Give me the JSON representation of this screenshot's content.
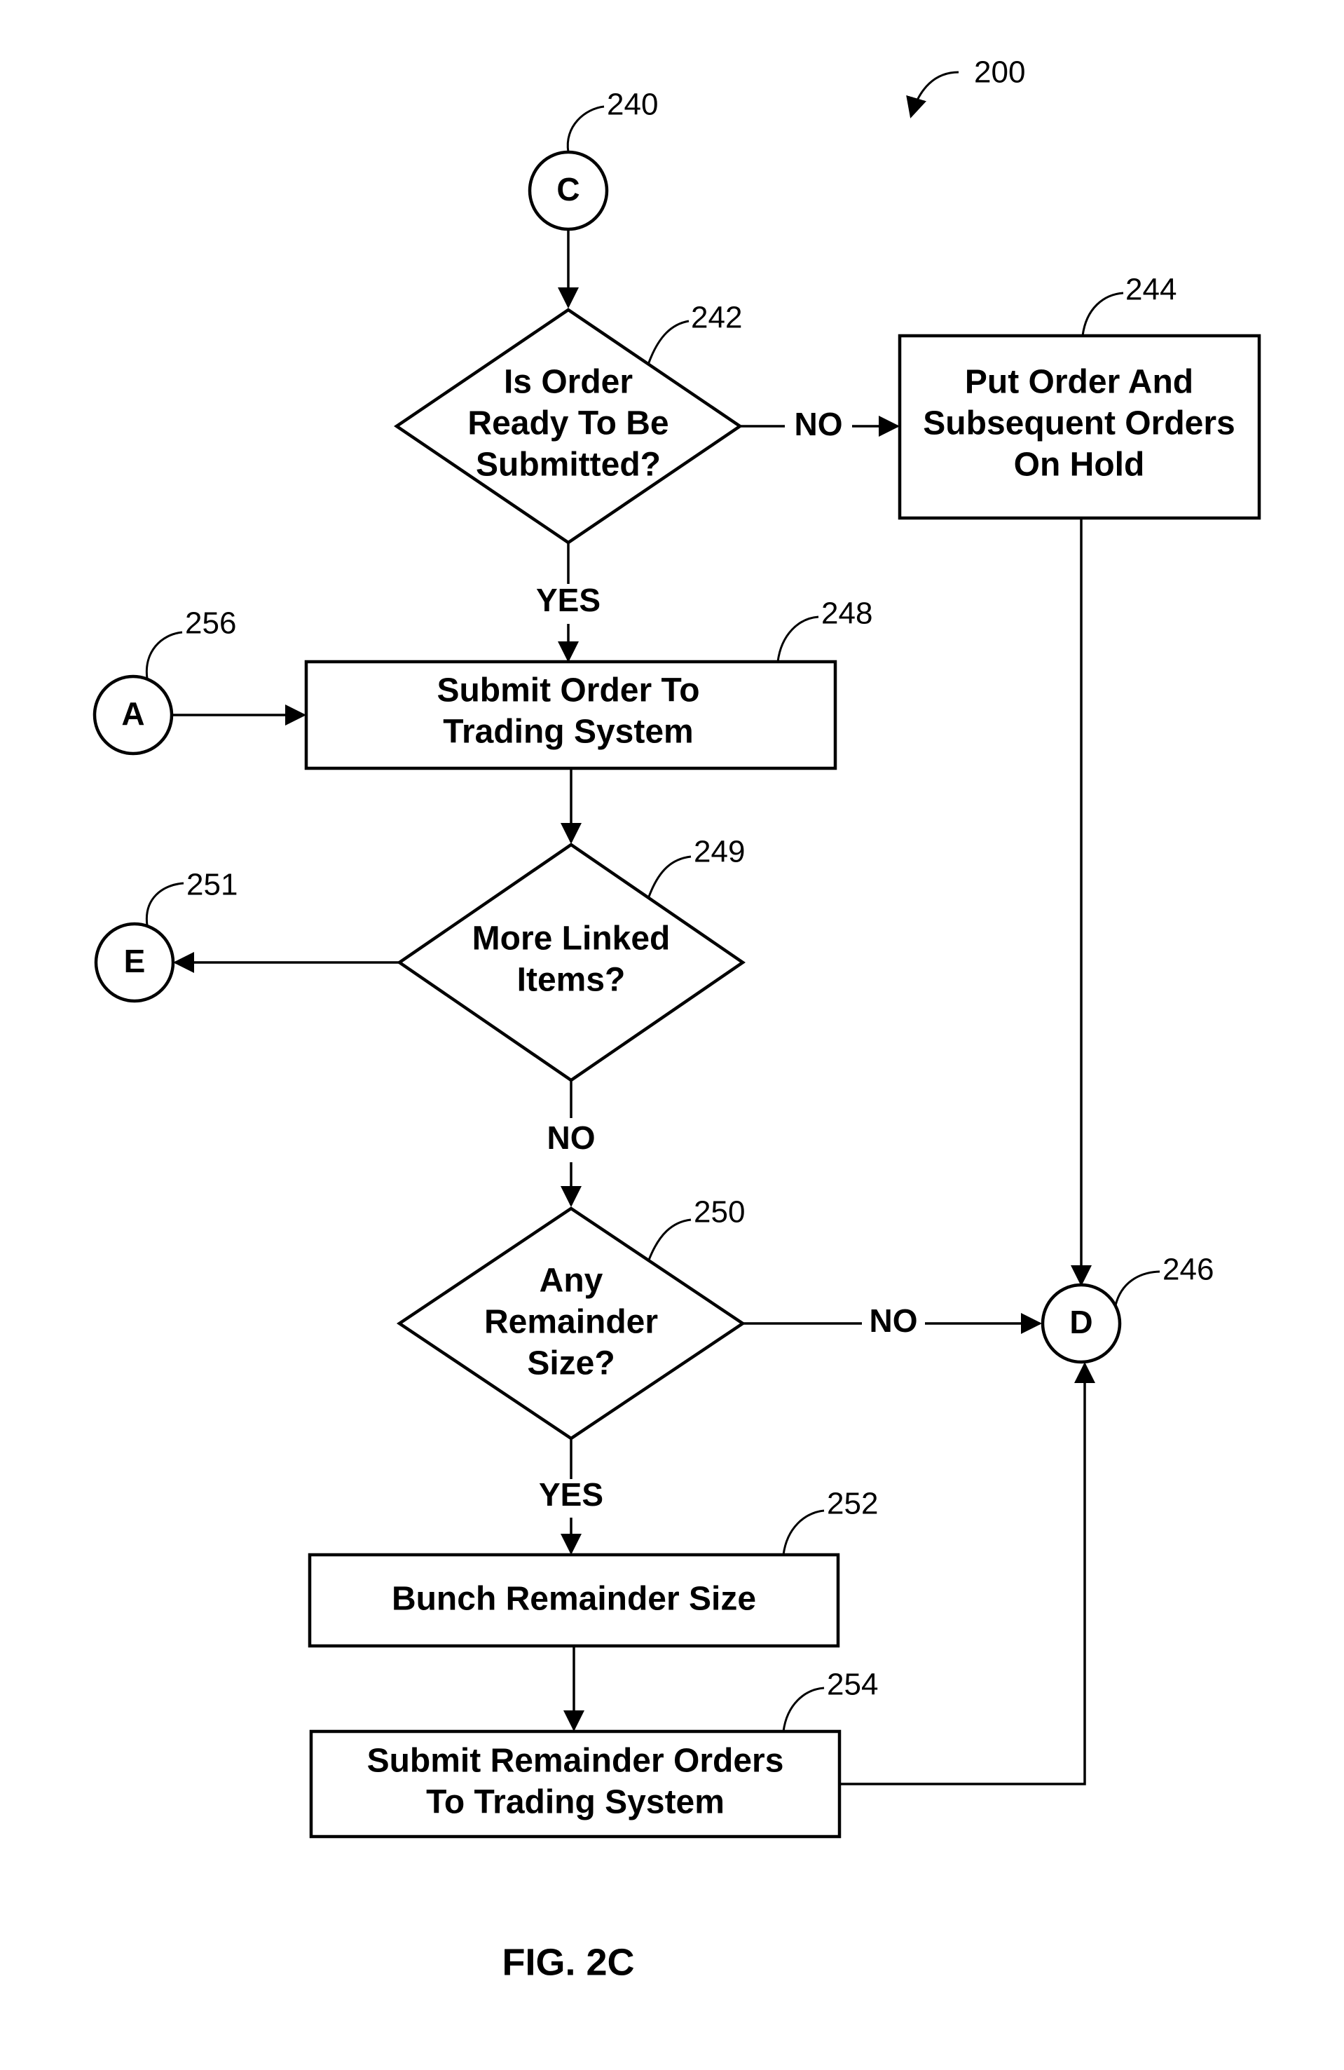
{
  "diagram": {
    "figure_number": "200",
    "caption": "FIG. 2C",
    "nodes": {
      "conn_c": {
        "ref": "240",
        "label": "C"
      },
      "dec_ready": {
        "ref": "242",
        "lines": [
          "Is Order",
          "Ready To Be",
          "Submitted?"
        ]
      },
      "box_hold": {
        "ref": "244",
        "lines": [
          "Put Order And",
          "Subsequent Orders",
          "On Hold"
        ]
      },
      "conn_d": {
        "ref": "246",
        "label": "D"
      },
      "box_submit": {
        "ref": "248",
        "lines": [
          "Submit Order To",
          "Trading System"
        ]
      },
      "dec_linked": {
        "ref": "249",
        "lines": [
          "More Linked",
          "Items?"
        ]
      },
      "dec_remainder": {
        "ref": "250",
        "lines": [
          "Any",
          "Remainder",
          "Size?"
        ]
      },
      "conn_e": {
        "ref": "251",
        "label": "E"
      },
      "box_bunch": {
        "ref": "252",
        "lines": [
          "Bunch Remainder Size"
        ]
      },
      "box_submit_rem": {
        "ref": "254",
        "lines": [
          "Submit Remainder Orders",
          "To Trading System"
        ]
      },
      "conn_a": {
        "ref": "256",
        "label": "A"
      }
    },
    "edges": {
      "ready_no": "NO",
      "ready_yes": "YES",
      "linked_no": "NO",
      "remainder_no": "NO",
      "remainder_yes": "YES"
    }
  }
}
